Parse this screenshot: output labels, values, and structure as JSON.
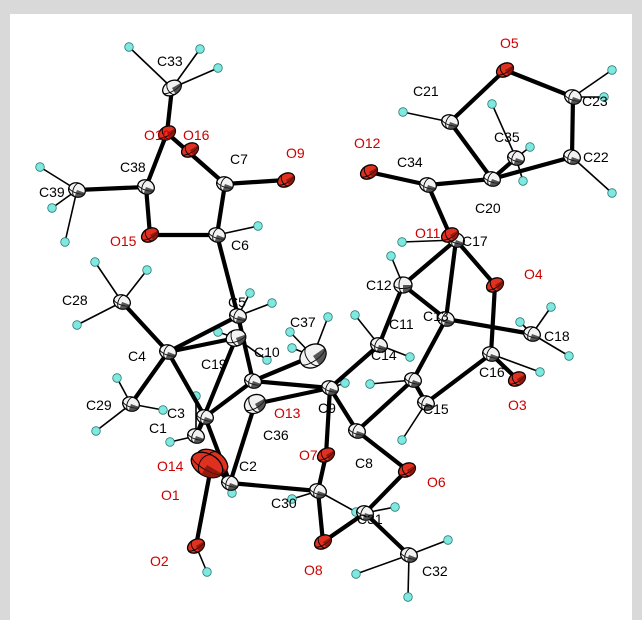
{
  "colors": {
    "background": "#d9d9d9",
    "panel": "#ffffff",
    "carbon_label": "#000000",
    "oxygen_label": "#cc0000",
    "oxygen_fill": "#e03020",
    "carbon_fill": "#f2f2f2",
    "hydrogen_fill": "#7fe8e0",
    "bond": "#000000"
  },
  "atoms": [
    {
      "id": "C1",
      "element": "C"
    },
    {
      "id": "C2",
      "element": "C"
    },
    {
      "id": "C3",
      "element": "C"
    },
    {
      "id": "C4",
      "element": "C"
    },
    {
      "id": "C5",
      "element": "C"
    },
    {
      "id": "C6",
      "element": "C"
    },
    {
      "id": "C7",
      "element": "C"
    },
    {
      "id": "C8",
      "element": "C"
    },
    {
      "id": "C9",
      "element": "C"
    },
    {
      "id": "C10",
      "element": "C"
    },
    {
      "id": "C11",
      "element": "C"
    },
    {
      "id": "C12",
      "element": "C"
    },
    {
      "id": "C13",
      "element": "C"
    },
    {
      "id": "C14",
      "element": "C"
    },
    {
      "id": "C15",
      "element": "C"
    },
    {
      "id": "C16",
      "element": "C"
    },
    {
      "id": "C17",
      "element": "C"
    },
    {
      "id": "C18",
      "element": "C"
    },
    {
      "id": "C19",
      "element": "C"
    },
    {
      "id": "C20",
      "element": "C"
    },
    {
      "id": "C21",
      "element": "C"
    },
    {
      "id": "C22",
      "element": "C"
    },
    {
      "id": "C23",
      "element": "C"
    },
    {
      "id": "C28",
      "element": "C"
    },
    {
      "id": "C29",
      "element": "C"
    },
    {
      "id": "C30",
      "element": "C"
    },
    {
      "id": "C31",
      "element": "C"
    },
    {
      "id": "C32",
      "element": "C"
    },
    {
      "id": "C33",
      "element": "C"
    },
    {
      "id": "C34",
      "element": "C"
    },
    {
      "id": "C35",
      "element": "C"
    },
    {
      "id": "C36",
      "element": "C"
    },
    {
      "id": "C37",
      "element": "C"
    },
    {
      "id": "C38",
      "element": "C"
    },
    {
      "id": "C39",
      "element": "C"
    },
    {
      "id": "O1",
      "element": "O"
    },
    {
      "id": "O2",
      "element": "O"
    },
    {
      "id": "O3",
      "element": "O"
    },
    {
      "id": "O4",
      "element": "O"
    },
    {
      "id": "O5",
      "element": "O"
    },
    {
      "id": "O6",
      "element": "O"
    },
    {
      "id": "O7",
      "element": "O"
    },
    {
      "id": "O8",
      "element": "O"
    },
    {
      "id": "O9",
      "element": "O"
    },
    {
      "id": "O10",
      "element": "O"
    },
    {
      "id": "O11",
      "element": "O"
    },
    {
      "id": "O12",
      "element": "O"
    },
    {
      "id": "O13",
      "element": "O"
    },
    {
      "id": "O14",
      "element": "O"
    },
    {
      "id": "O15",
      "element": "O"
    },
    {
      "id": "O16",
      "element": "O"
    }
  ],
  "bonds": [
    [
      "C33",
      "O10"
    ],
    [
      "O10",
      "C38"
    ],
    [
      "C38",
      "C39"
    ],
    [
      "C38",
      "O15"
    ],
    [
      "O15",
      "C6"
    ],
    [
      "C6",
      "C7"
    ],
    [
      "C7",
      "O9"
    ],
    [
      "C7",
      "O10"
    ],
    [
      "C6",
      "C5"
    ],
    [
      "C5",
      "C4"
    ],
    [
      "C5",
      "C10"
    ],
    [
      "C4",
      "C28"
    ],
    [
      "C4",
      "C29"
    ],
    [
      "C4",
      "C3"
    ],
    [
      "C4",
      "C19"
    ],
    [
      "C3",
      "C1"
    ],
    [
      "C3",
      "C2"
    ],
    [
      "C3",
      "C10"
    ],
    [
      "C2",
      "O1"
    ],
    [
      "O1",
      "O2"
    ],
    [
      "C2",
      "C30"
    ],
    [
      "C2",
      "C36"
    ],
    [
      "C36",
      "C9"
    ],
    [
      "C10",
      "C37"
    ],
    [
      "C10",
      "C9"
    ],
    [
      "C9",
      "O7"
    ],
    [
      "C9",
      "C8"
    ],
    [
      "C9",
      "C11"
    ],
    [
      "O7",
      "C30"
    ],
    [
      "C30",
      "O8"
    ],
    [
      "O8",
      "C31"
    ],
    [
      "C31",
      "C32"
    ],
    [
      "C31",
      "O6"
    ],
    [
      "O6",
      "C8"
    ],
    [
      "C8",
      "C14"
    ],
    [
      "C14",
      "C13"
    ],
    [
      "C14",
      "C15"
    ],
    [
      "C15",
      "C16"
    ],
    [
      "C16",
      "O3"
    ],
    [
      "C16",
      "O4"
    ],
    [
      "O4",
      "C17"
    ],
    [
      "C17",
      "C13"
    ],
    [
      "C17",
      "C12"
    ],
    [
      "C12",
      "C11"
    ],
    [
      "C12",
      "C13"
    ],
    [
      "C13",
      "C18"
    ],
    [
      "C17",
      "O11"
    ],
    [
      "O11",
      "C34"
    ],
    [
      "C34",
      "O12"
    ],
    [
      "C34",
      "C20"
    ],
    [
      "C20",
      "C35"
    ],
    [
      "C20",
      "C21"
    ],
    [
      "C20",
      "C22"
    ],
    [
      "C21",
      "O5"
    ],
    [
      "O5",
      "C23"
    ],
    [
      "C23",
      "C22"
    ],
    [
      "C1",
      "C19"
    ]
  ],
  "labels": [
    {
      "text": "C33",
      "element": "C"
    },
    {
      "text": "O10",
      "element": "O"
    },
    {
      "text": "O16",
      "element": "O"
    },
    {
      "text": "C7",
      "element": "C"
    },
    {
      "text": "O9",
      "element": "O"
    },
    {
      "text": "C38",
      "element": "C"
    },
    {
      "text": "C39",
      "element": "C"
    },
    {
      "text": "O15",
      "element": "O"
    },
    {
      "text": "C6",
      "element": "C"
    },
    {
      "text": "C28",
      "element": "C"
    },
    {
      "text": "C5",
      "element": "C"
    },
    {
      "text": "C37",
      "element": "C"
    },
    {
      "text": "C4",
      "element": "C"
    },
    {
      "text": "C19",
      "element": "C"
    },
    {
      "text": "C10",
      "element": "C"
    },
    {
      "text": "C29",
      "element": "C"
    },
    {
      "text": "C3",
      "element": "C"
    },
    {
      "text": "C1",
      "element": "C"
    },
    {
      "text": "O13",
      "element": "O"
    },
    {
      "text": "C9",
      "element": "C"
    },
    {
      "text": "C36",
      "element": "C"
    },
    {
      "text": "O14",
      "element": "O"
    },
    {
      "text": "C2",
      "element": "C"
    },
    {
      "text": "O1",
      "element": "O"
    },
    {
      "text": "O2",
      "element": "O"
    },
    {
      "text": "C30",
      "element": "C"
    },
    {
      "text": "O7",
      "element": "O"
    },
    {
      "text": "C8",
      "element": "C"
    },
    {
      "text": "O8",
      "element": "O"
    },
    {
      "text": "C31",
      "element": "C"
    },
    {
      "text": "C32",
      "element": "C"
    },
    {
      "text": "O6",
      "element": "O"
    },
    {
      "text": "O5",
      "element": "O"
    },
    {
      "text": "C21",
      "element": "C"
    },
    {
      "text": "C23",
      "element": "C"
    },
    {
      "text": "O12",
      "element": "O"
    },
    {
      "text": "C34",
      "element": "C"
    },
    {
      "text": "C35",
      "element": "C"
    },
    {
      "text": "C22",
      "element": "C"
    },
    {
      "text": "C20",
      "element": "C"
    },
    {
      "text": "O11",
      "element": "O"
    },
    {
      "text": "C17",
      "element": "C"
    },
    {
      "text": "O4",
      "element": "O"
    },
    {
      "text": "C12",
      "element": "C"
    },
    {
      "text": "C11",
      "element": "C"
    },
    {
      "text": "C13",
      "element": "C"
    },
    {
      "text": "C18",
      "element": "C"
    },
    {
      "text": "C14",
      "element": "C"
    },
    {
      "text": "C16",
      "element": "C"
    },
    {
      "text": "C15",
      "element": "C"
    },
    {
      "text": "O3",
      "element": "O"
    }
  ]
}
